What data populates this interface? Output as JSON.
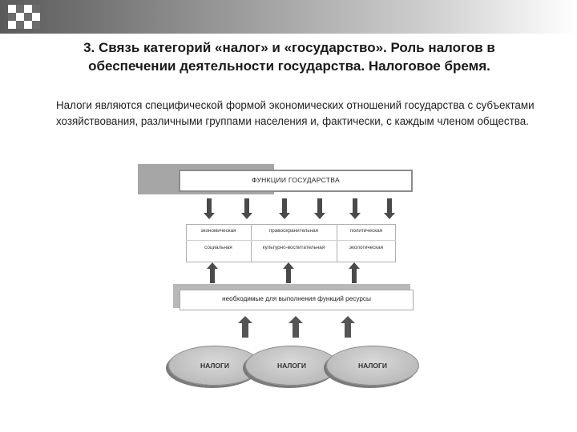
{
  "slide": {
    "title_line1": "3. Связь категорий «налог» и «государство». Роль налогов в",
    "title_line2": "обеспечении деятельности государства. Налоговое бремя.",
    "body_text": "Налоги являются специфической формой экономических отношений государства с субъектами хозяйствования, различными группами населения и, фактически, с каждым членом общества."
  },
  "diagram": {
    "functions_label": "ФУНКЦИИ ГОСУДАРСТВА",
    "function_types": [
      [
        "экономическая",
        "правоохранительная",
        "политическая"
      ],
      [
        "социальная",
        "культурно-воспитательная",
        "экологическая"
      ]
    ],
    "resources_label": "необходимые для выполнения функций ресурсы",
    "tax_labels": [
      "НАЛОГИ",
      "НАЛОГИ",
      "НАЛОГИ"
    ]
  },
  "colors": {
    "band_dark": "#5a5a5a",
    "box_border": "#8c8c8c",
    "arrow": "#4a4a4a",
    "ellipse_fill": "#c8c8c8"
  }
}
